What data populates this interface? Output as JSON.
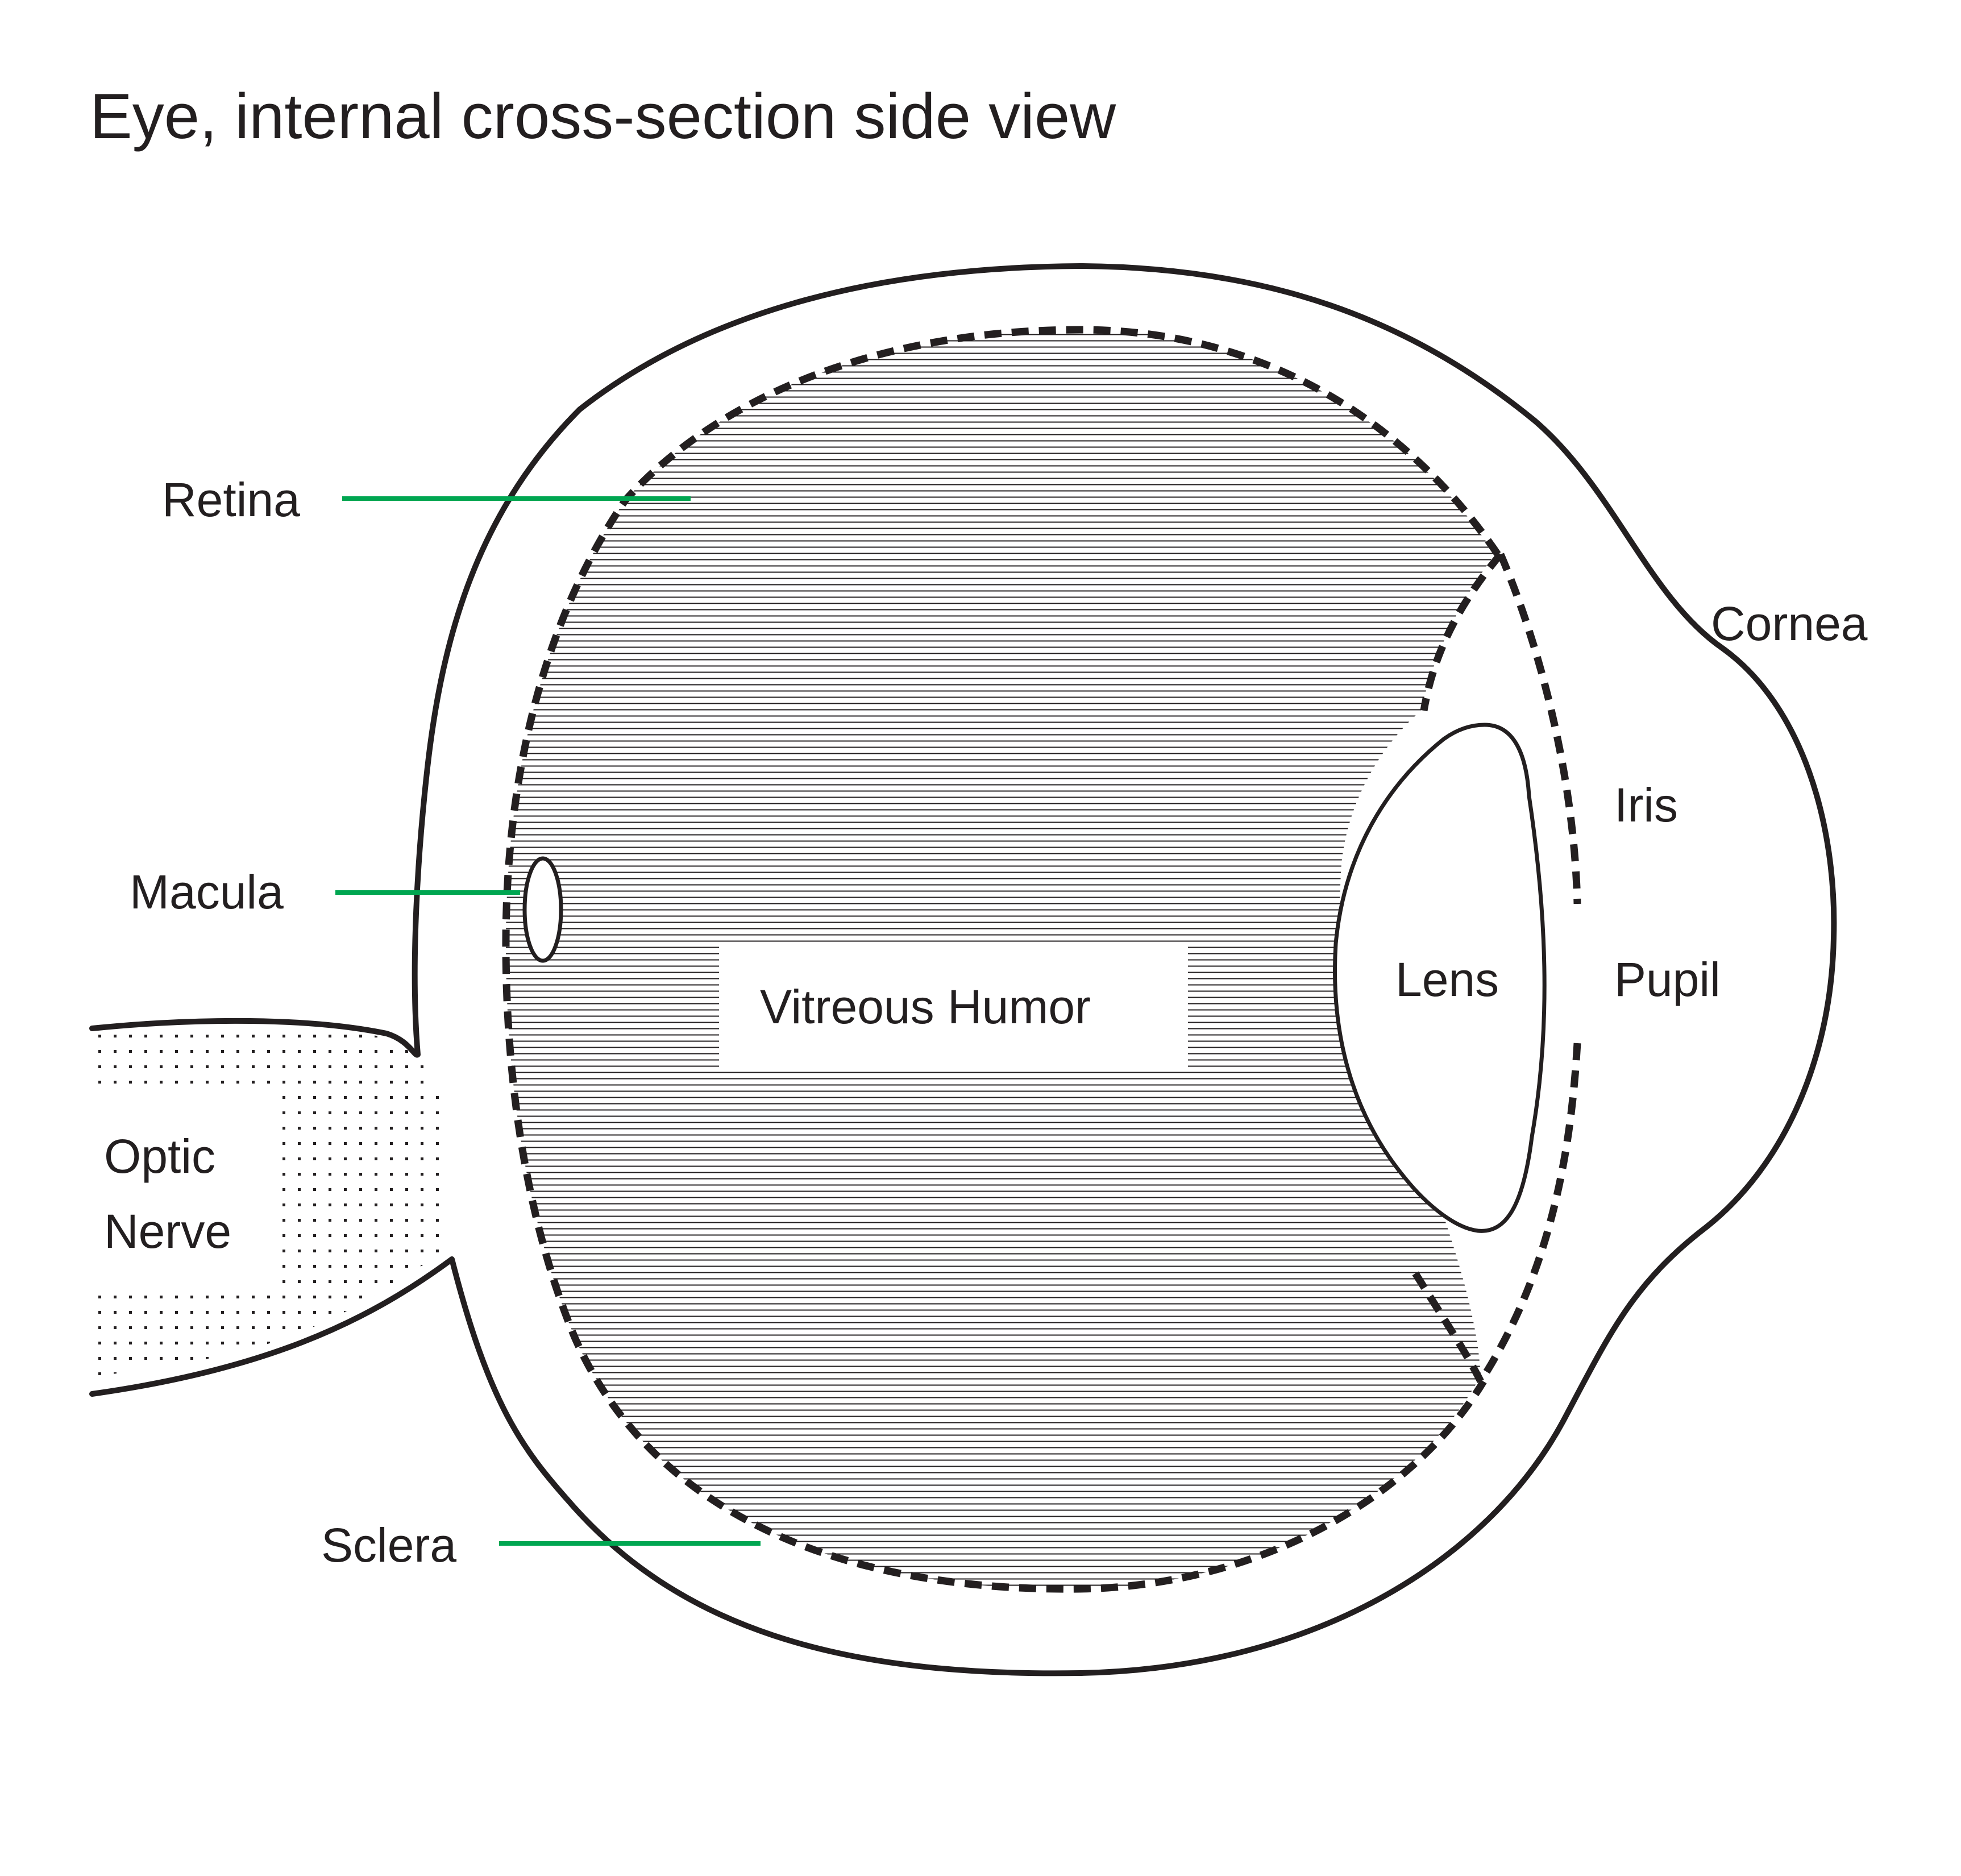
{
  "title": "Eye, internal cross-section side view",
  "labels": {
    "retina": "Retina",
    "macula": "Macula",
    "sclera": "Sclera",
    "cornea": "Cornea",
    "iris": "Iris",
    "pupil": "Pupil",
    "lens": "Lens",
    "vitreous": "Vitreous Humor",
    "optic_nerve_line1": "Optic",
    "optic_nerve_line2": "Nerve"
  },
  "colors": {
    "outline": "#231f20",
    "leader": "#00a651",
    "hatch": "#231f20",
    "background": "#ffffff"
  }
}
